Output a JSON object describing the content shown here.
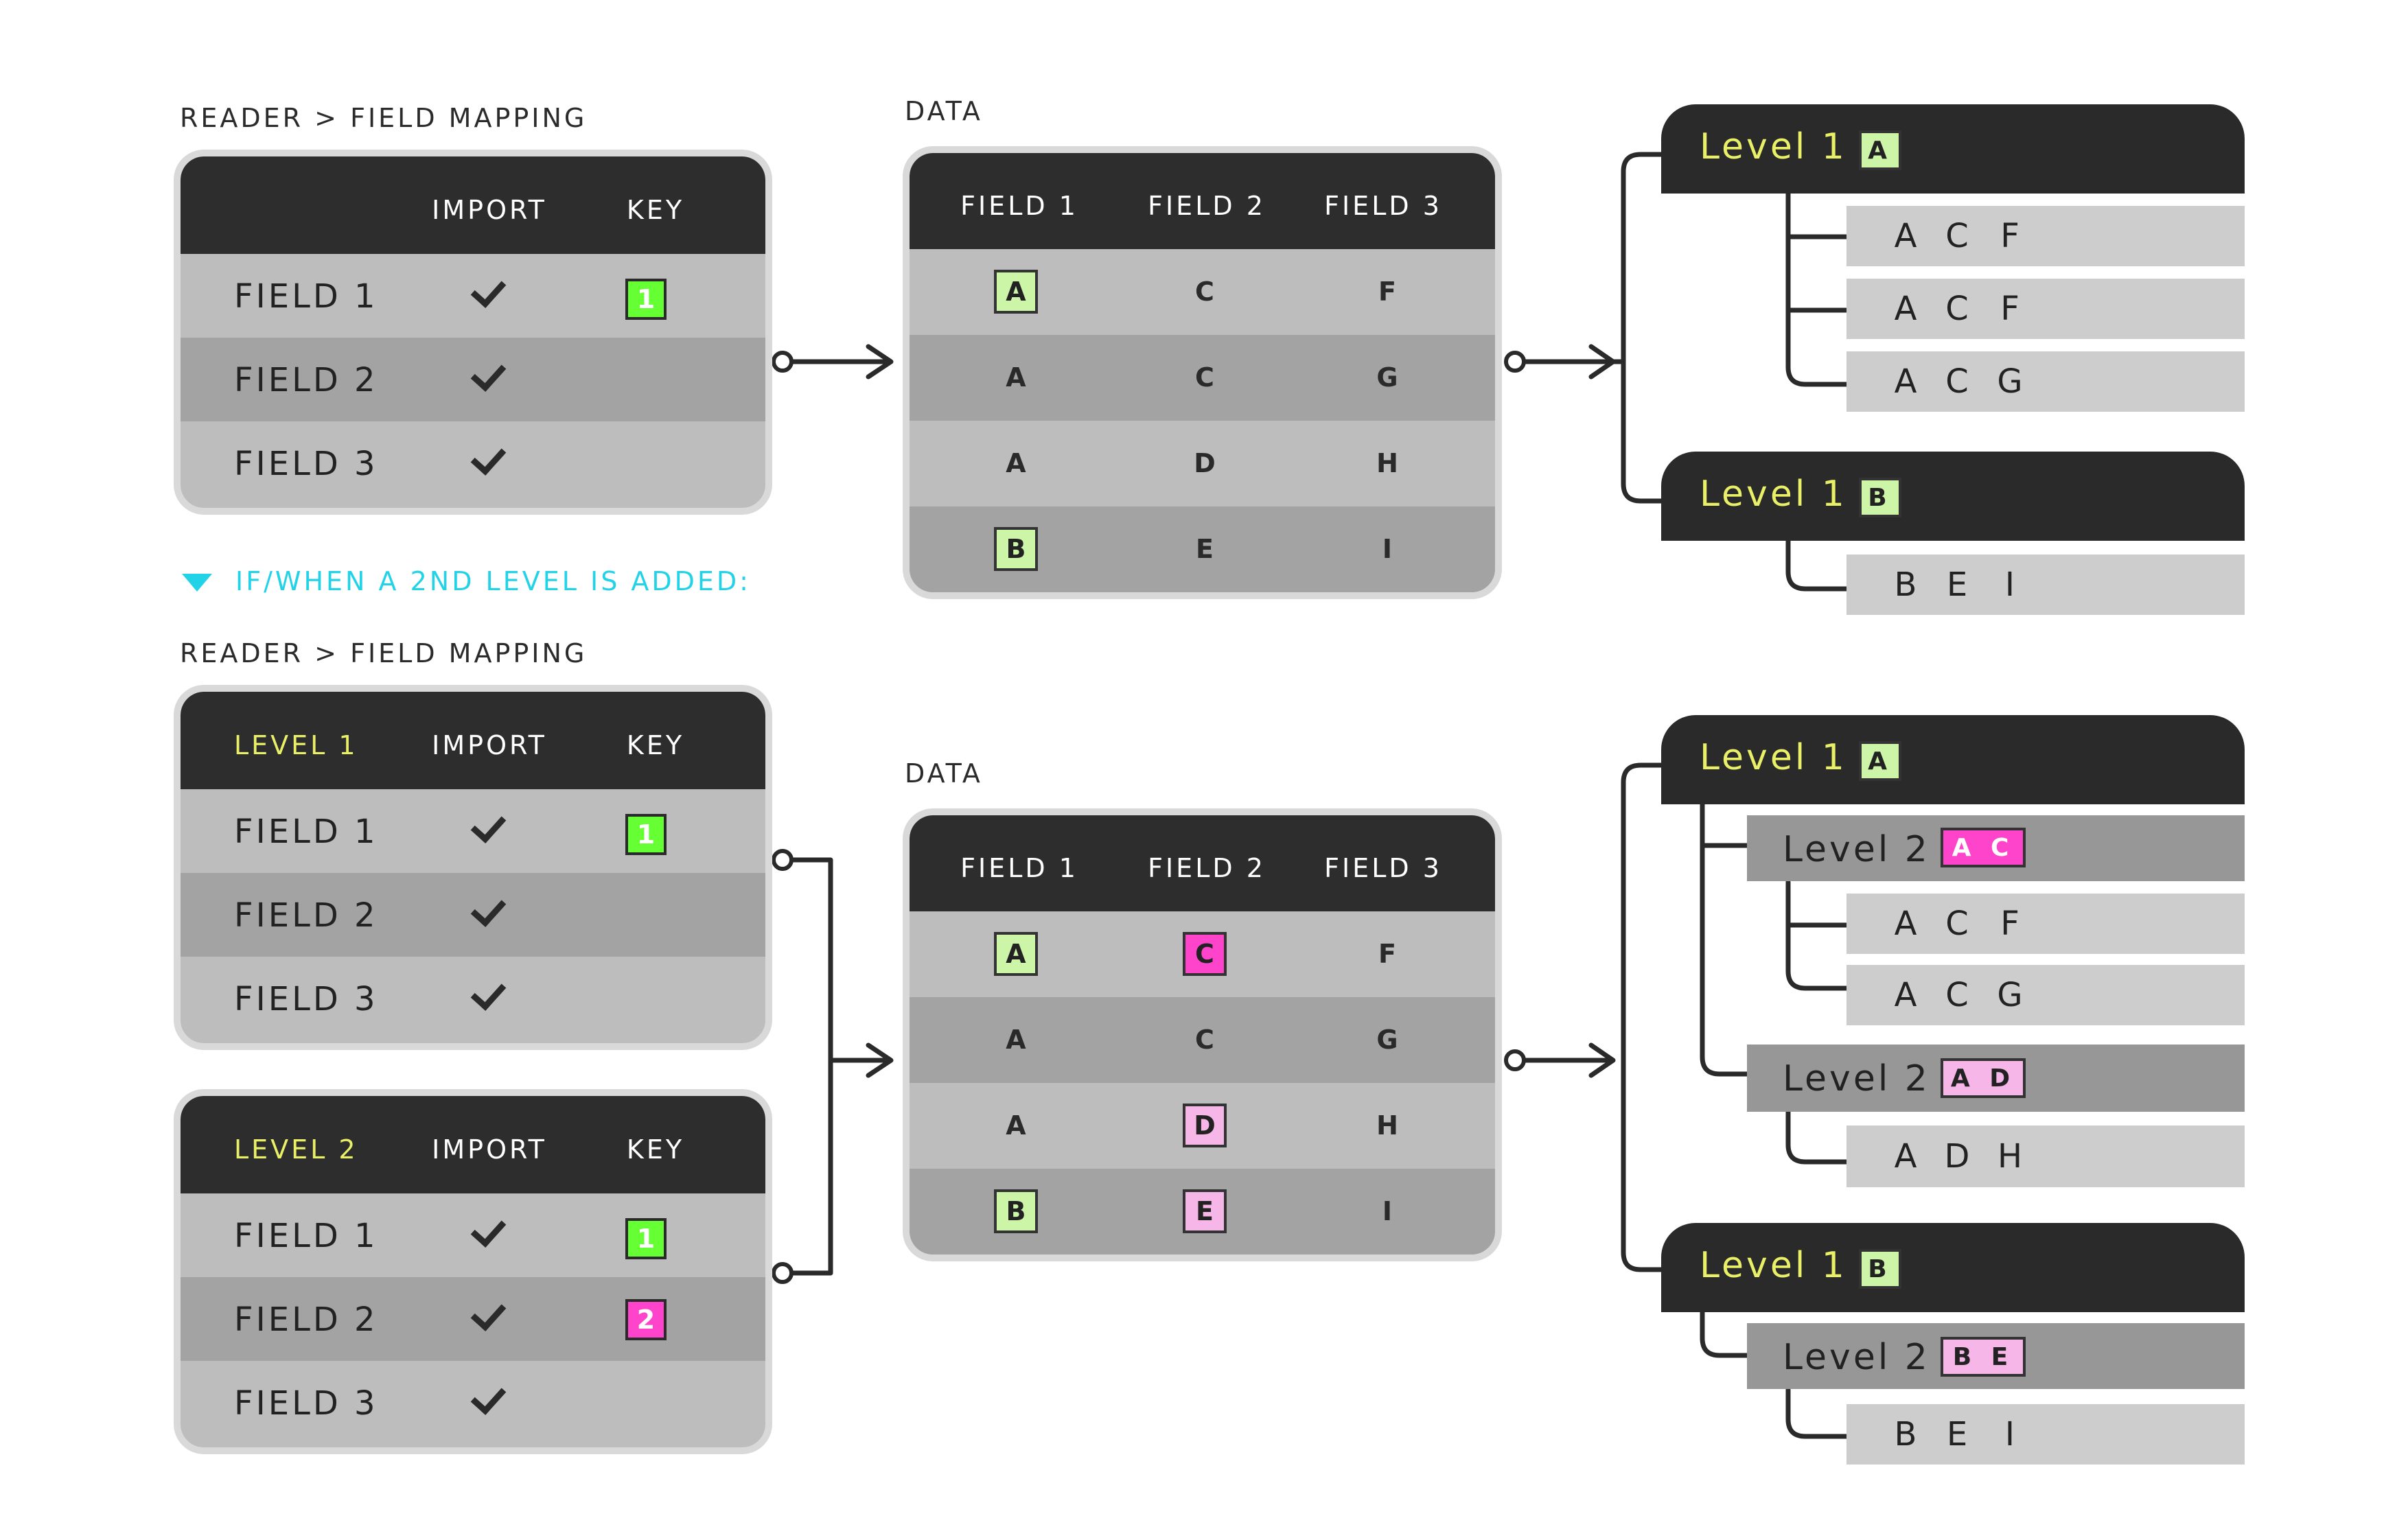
{
  "colors": {
    "accent_green": "#66ff33",
    "light_green": "#ccf5a8",
    "accent_magenta": "#ff44cc",
    "light_pink": "#f7b6e8",
    "level_text_yellow": "#e9f068",
    "note_cyan": "#22d3e8"
  },
  "top": {
    "heading": "READER > FIELD MAPPING",
    "mapping": {
      "headers": [
        "",
        "IMPORT",
        "KEY"
      ],
      "rows": [
        {
          "name": "FIELD 1",
          "key": "1"
        },
        {
          "name": "FIELD 2",
          "key": ""
        },
        {
          "name": "FIELD 3",
          "key": ""
        }
      ]
    },
    "data_heading": "DATA",
    "data": {
      "headers": [
        "FIELD 1",
        "FIELD 2",
        "FIELD 3"
      ],
      "rows": [
        [
          "A",
          "C",
          "F"
        ],
        [
          "A",
          "C",
          "G"
        ],
        [
          "A",
          "D",
          "H"
        ],
        [
          "B",
          "E",
          "I"
        ]
      ]
    },
    "tree": [
      {
        "label": "Level 1",
        "tag": "A",
        "leaves": [
          [
            "A",
            "C",
            "F"
          ],
          [
            "A",
            "C",
            "F"
          ],
          [
            "A",
            "C",
            "G"
          ]
        ]
      },
      {
        "label": "Level 1",
        "tag": "B",
        "leaves": [
          [
            "B",
            "E",
            "I"
          ]
        ]
      }
    ]
  },
  "note": "IF/WHEN A 2ND LEVEL IS ADDED:",
  "bottom": {
    "heading": "READER > FIELD MAPPING",
    "mapping1": {
      "headers": [
        "LEVEL 1",
        "IMPORT",
        "KEY"
      ],
      "rows": [
        {
          "name": "FIELD 1",
          "key": "1"
        },
        {
          "name": "FIELD 2",
          "key": ""
        },
        {
          "name": "FIELD 3",
          "key": ""
        }
      ]
    },
    "mapping2": {
      "headers": [
        "LEVEL 2",
        "IMPORT",
        "KEY"
      ],
      "rows": [
        {
          "name": "FIELD 1",
          "key": "1"
        },
        {
          "name": "FIELD 2",
          "key": "2"
        },
        {
          "name": "FIELD 3",
          "key": ""
        }
      ]
    },
    "data_heading": "DATA",
    "data": {
      "headers": [
        "FIELD 1",
        "FIELD 2",
        "FIELD 3"
      ],
      "rows": [
        [
          "A",
          "C",
          "F"
        ],
        [
          "A",
          "C",
          "G"
        ],
        [
          "A",
          "D",
          "H"
        ],
        [
          "B",
          "E",
          "I"
        ]
      ]
    },
    "tree": [
      {
        "label": "Level 1",
        "tag": "A",
        "children": [
          {
            "label": "Level 2",
            "tag": "A C",
            "leaves": [
              [
                "A",
                "C",
                "F"
              ],
              [
                "A",
                "C",
                "G"
              ]
            ]
          },
          {
            "label": "Level 2",
            "tag": "A D",
            "leaves": [
              [
                "A",
                "D",
                "H"
              ]
            ]
          }
        ]
      },
      {
        "label": "Level 1",
        "tag": "B",
        "children": [
          {
            "label": "Level 2",
            "tag": "B E",
            "leaves": [
              [
                "B",
                "E",
                "I"
              ]
            ]
          }
        ]
      }
    ]
  }
}
